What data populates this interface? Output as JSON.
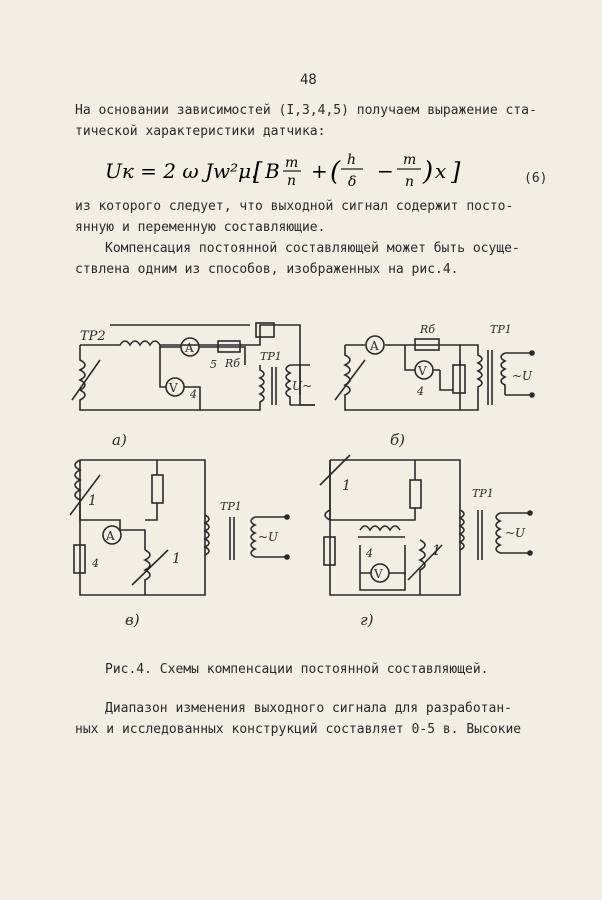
{
  "page_number": "48",
  "paragraph1": {
    "line1": "На основании зависимостей (I,3,4,5) получаем выражение ста-",
    "line2": "тической характеристики датчика:"
  },
  "formula": {
    "lhs": "Uк = 2 ω Jw²μ.",
    "bracket_open": "[",
    "B": "B",
    "frac1_num": "m",
    "frac1_den": "n",
    "plus": "+",
    "frac2_num": "h",
    "frac2_den": "δ",
    "minus": "−",
    "frac3_num": "m",
    "frac3_den": "n",
    "x": "x",
    "bracket_close": "]"
  },
  "equation_number": "(6)",
  "paragraph2": {
    "line1": "из которого следует, что выходной сигнал содержит посто-",
    "line2": "янную и переменную составляющие."
  },
  "paragraph3": {
    "line1": "Компенсация постоянной составляющей может быть осуще-",
    "line2": "ствлена одним из способов, изображенных на рис.4."
  },
  "figure": {
    "a_label": "а)",
    "b_label": "б)",
    "v_label": "в)",
    "g_label": "г)",
    "tp2": "ТР2",
    "tp1": "ТР1",
    "ammeter": "A",
    "voltmeter": "V",
    "rb": "Rб",
    "n1": "1",
    "n4": "4",
    "n5": "5",
    "u_out": "~U",
    "u_out_a": "U~"
  },
  "caption": "Рис.4. Схемы компенсации постоянной составляющей.",
  "paragraph4": {
    "line1": "Диапазон изменения выходного сигнала для разработан-",
    "line2": "ных и исследованных конструкций составляет 0-5 в. Высокие"
  }
}
